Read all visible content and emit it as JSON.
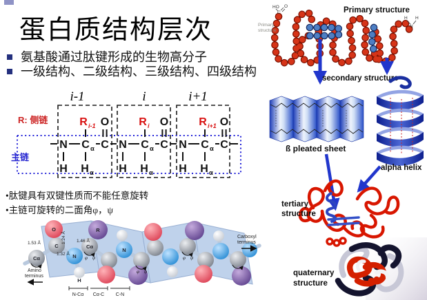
{
  "slide": {
    "title": "蛋白质结构层次",
    "bullets": [
      "氨基酸通过肽键形成的生物高分子",
      "一级结构、二级结构、三级结构、四级结构"
    ],
    "notes": [
      "•肽键具有双键性质而不能任意旋转",
      "•主链可旋转的二面角φ，ψ"
    ]
  },
  "peptide_diagram": {
    "residue_indices": [
      "i-1",
      "i",
      "i+1"
    ],
    "side_chain_label": "R: 侧链",
    "main_chain_label": "主链",
    "residues": [
      {
        "r_sub": "i-1"
      },
      {
        "r_sub": "i"
      },
      {
        "r_sub": "i+1"
      }
    ],
    "atoms": {
      "n": "N",
      "c": "C",
      "alpha": "α",
      "o": "O",
      "h": "H",
      "r": "R"
    },
    "colors": {
      "side_chain": "#cc2222",
      "main_chain": "#2525d0",
      "residue_box": "#1a1a1a"
    }
  },
  "backbone_model": {
    "amino_label_1": "Amino",
    "amino_label_2": "terminus",
    "carboxyl_label_1": "Carboxyl",
    "carboxyl_label_2": "terminus",
    "bond_lengths": [
      "1.53 Å",
      "1.24 Å",
      "1.46 Å",
      "1.32 Å"
    ],
    "bond_labels": [
      "N-Cα",
      "Cα-C",
      "C-N"
    ],
    "angle_labels": [
      "φ",
      "ψ"
    ],
    "atoms": {
      "c_alpha": "Cα",
      "c": "C",
      "o": "O",
      "n": "N",
      "r": "R",
      "h": "H"
    },
    "colors": {
      "plane": "#bcd0ea",
      "carbon": "#8d929c",
      "oxygen": "#e8596a",
      "nitrogen": "#3a97dd",
      "side_chain": "#7a58a4",
      "hydrogen": "#f2f3f6"
    }
  },
  "structure_panel": {
    "primary_small_1": "Primary",
    "primary_small_2": "structure",
    "primary_label": "Primary structure",
    "secondary_label": "secondary structure",
    "beta_sheet_label": "ß pleated sheet",
    "alpha_helix_label": "alpha helix",
    "tertiary_label_1": "tertiary",
    "tertiary_label_2": "structure",
    "quaternary_label_1": "quaternary",
    "quaternary_label_2": "structure",
    "carboxyl_group": {
      "ho": "HO",
      "c": "C",
      "o": "O"
    },
    "amino_group": {
      "h1": "H",
      "h2": "H",
      "n": "N"
    },
    "colors": {
      "arrow": "#2136cc",
      "chain_red": "#d63418",
      "chain_blue": "#4e7fc4",
      "helix_blue": "#1a2fa0",
      "tertiary_red": "#d81600"
    }
  }
}
